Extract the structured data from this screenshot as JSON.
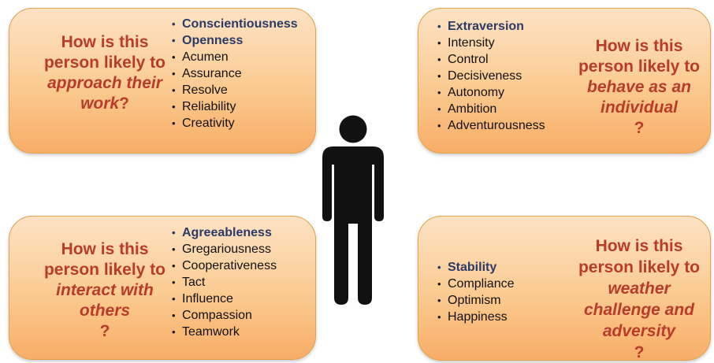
{
  "quadrants": {
    "top_left": {
      "question": [
        "How is this",
        "person likely to",
        "approach their",
        "work?"
      ],
      "factors": [
        "Conscientiousness",
        "Openness"
      ],
      "traits": [
        "Acumen",
        "Assurance",
        "Resolve",
        "Reliability",
        "Creativity"
      ]
    },
    "top_right": {
      "question": [
        "How is this",
        "person likely to",
        "behave as an",
        "individual?"
      ],
      "factors": [
        "Extraversion"
      ],
      "traits": [
        "Intensity",
        "Control",
        "Decisiveness",
        "Autonomy",
        "Ambition",
        "Adventurousness"
      ]
    },
    "bottom_left": {
      "question": [
        "How is this",
        "person likely to",
        "interact with",
        "others?"
      ],
      "factors": [
        "Agreeableness"
      ],
      "traits": [
        "Gregariousness",
        "Cooperativeness",
        "Tact",
        "Influence",
        "Compassion",
        "Teamwork"
      ]
    },
    "bottom_right": {
      "question": [
        "How is this",
        "person likely to",
        "weather",
        "challenge and",
        "adversity?"
      ],
      "factors": [
        "Stability"
      ],
      "traits": [
        "Compliance",
        "Optimism",
        "Happiness"
      ]
    }
  },
  "icons": {
    "center": "person-silhouette-icon"
  },
  "colors": {
    "question": "#b73d2a",
    "factor": "#2b3a67",
    "box_fill": "#fbcd95",
    "box_border": "#e3a24e"
  }
}
